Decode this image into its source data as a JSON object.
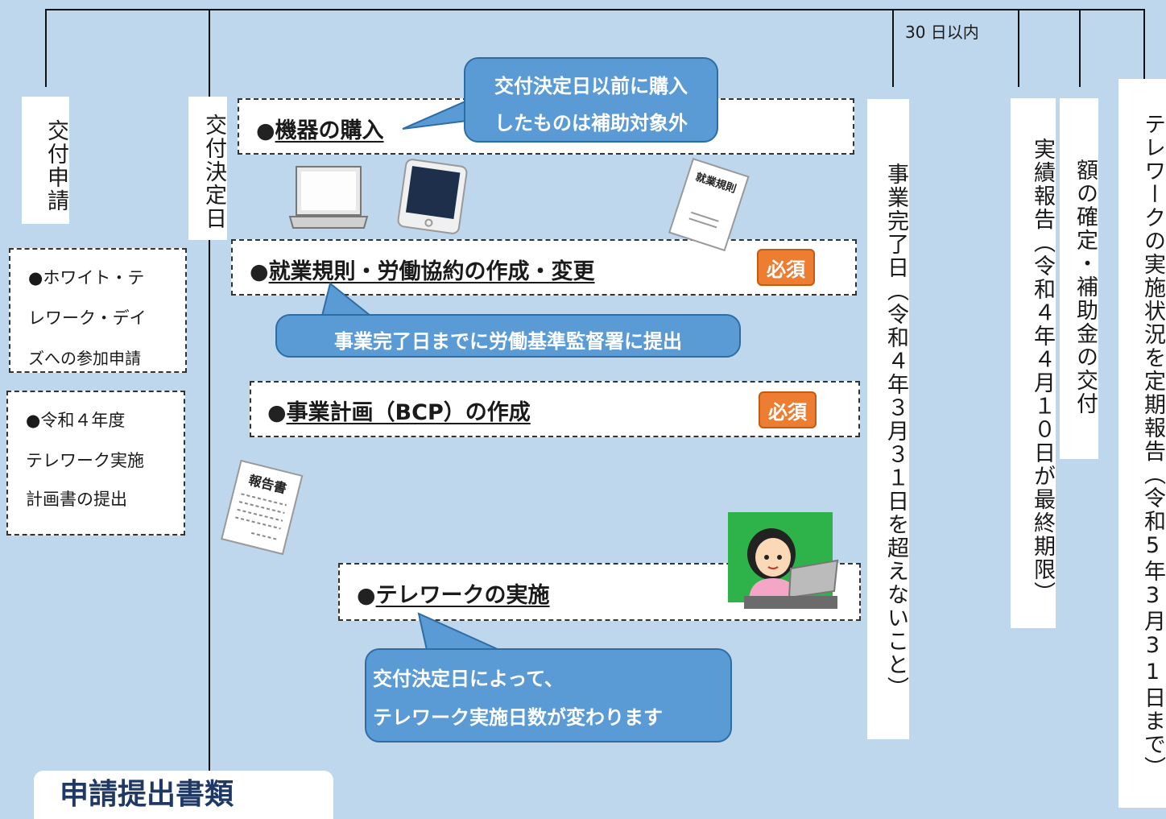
{
  "timeline": {
    "top_note": "30 日以内",
    "milestones": {
      "application": "交付申請",
      "decision_date": "交付決定日",
      "completion_date": "事業完了日（令和４年３月３１日を超えないこと）",
      "results_report": "実績報告（令和４年４月１０日が最終期限）",
      "grant_confirmation": "額の確定・補助金の交付",
      "periodic_report": "テレワークの実施状況を定期報告（令和5年3月31日まで）"
    }
  },
  "notes": {
    "note1": [
      "●ホワイト・テ",
      "レワーク・デイ",
      "ズへの参加申請"
    ],
    "note2": [
      "●令和４年度",
      "テレワーク実施",
      "計画書の提出"
    ]
  },
  "tasks": {
    "bullet": "●",
    "equipment": "機器の購入",
    "rules": "就業規則・労働協約の作成・変更",
    "bcp": "事業計画（BCP）の作成",
    "telework": "テレワークの実施",
    "required_badge": "必須"
  },
  "bubbles": {
    "equipment": [
      "交付決定日以前に購入",
      "したものは補助対象外"
    ],
    "rules": "事業完了日までに労働基準監督署に提出",
    "telework": [
      "交付決定日によって、",
      "テレワーク実施日数が変わります"
    ]
  },
  "illustrations": {
    "rules_doc": "就業規則",
    "report_doc": "報告書"
  },
  "bottom_title": "申請提出書類"
}
